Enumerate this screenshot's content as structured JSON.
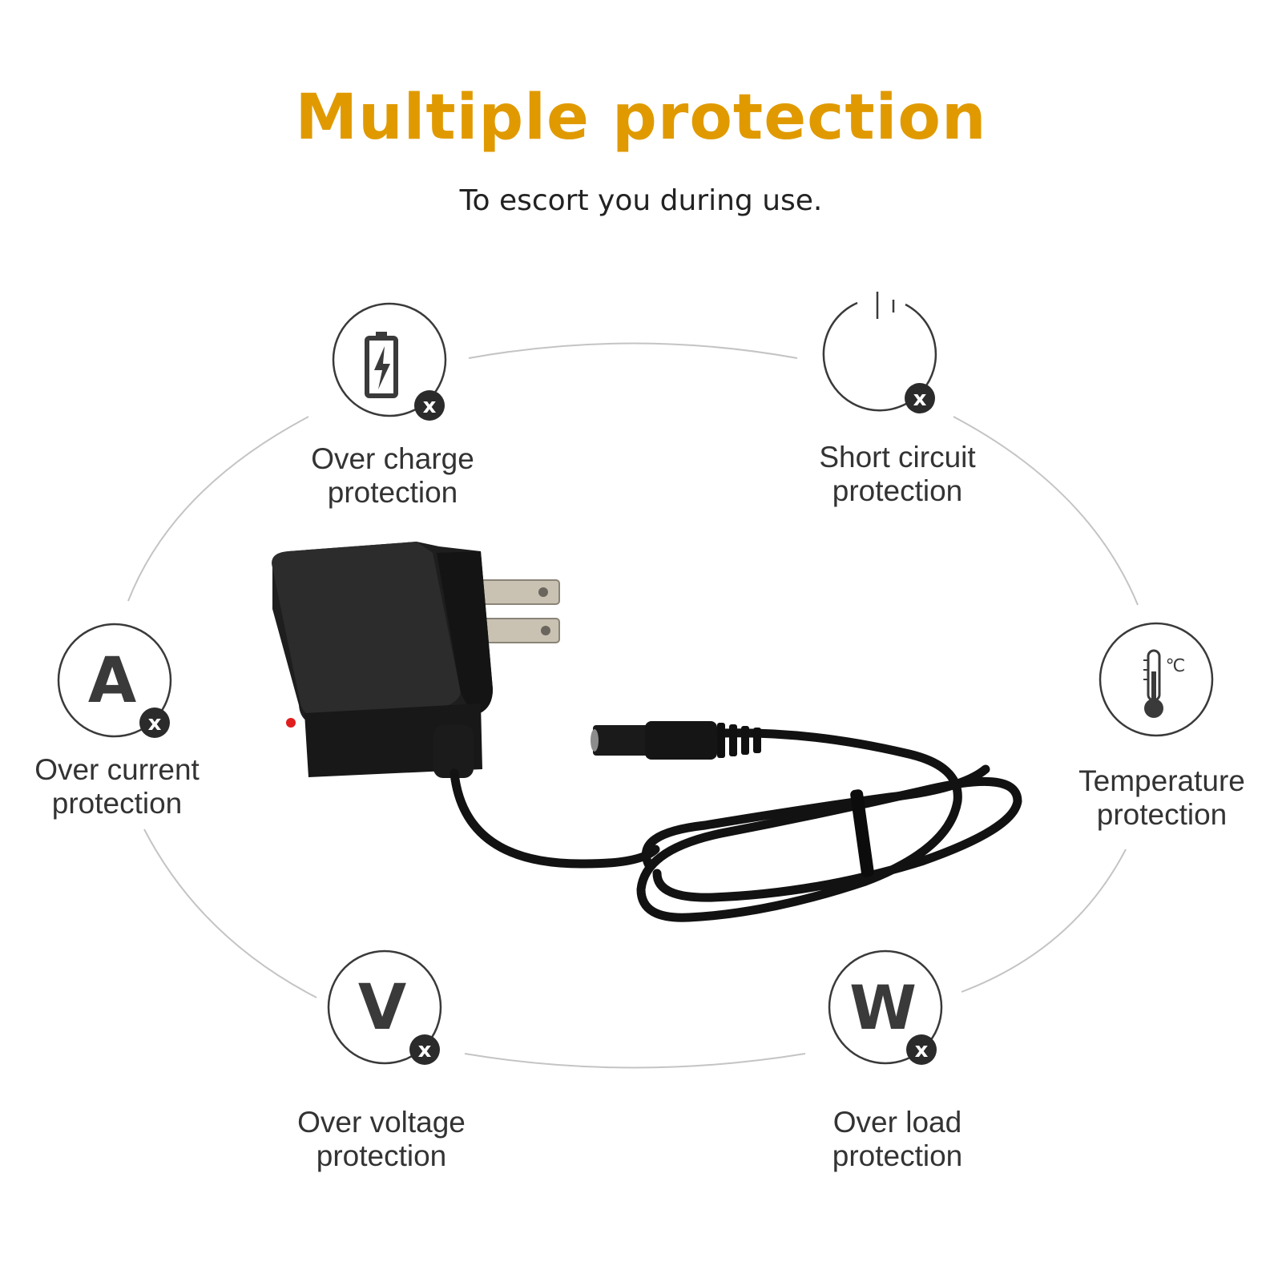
{
  "header": {
    "title": "Multiple protection",
    "subtitle": "To escort you during use."
  },
  "colors": {
    "title": "#e09a00",
    "icon_stroke": "#3a3a3a",
    "ring": "#bdbdbd",
    "badge": "#2b2b2b"
  },
  "features": [
    {
      "id": "over-charge",
      "icon": "battery-icon",
      "line1": "Over charge",
      "line2": "protection"
    },
    {
      "id": "short-circuit",
      "icon": "power-icon",
      "line1": "Short circuit",
      "line2": "protection"
    },
    {
      "id": "over-current",
      "icon": "ampere-icon",
      "glyph": "A",
      "line1": "Over current",
      "line2": "protection"
    },
    {
      "id": "temperature",
      "icon": "thermometer-icon",
      "unit": "℃",
      "line1": "Temperature",
      "line2": "protection"
    },
    {
      "id": "over-voltage",
      "icon": "voltage-icon",
      "glyph": "V",
      "line1": "Over voltage",
      "line2": "protection"
    },
    {
      "id": "over-load",
      "icon": "watt-icon",
      "glyph": "W",
      "line1": "Over load",
      "line2": "protection"
    }
  ],
  "badge_symbol": "x"
}
